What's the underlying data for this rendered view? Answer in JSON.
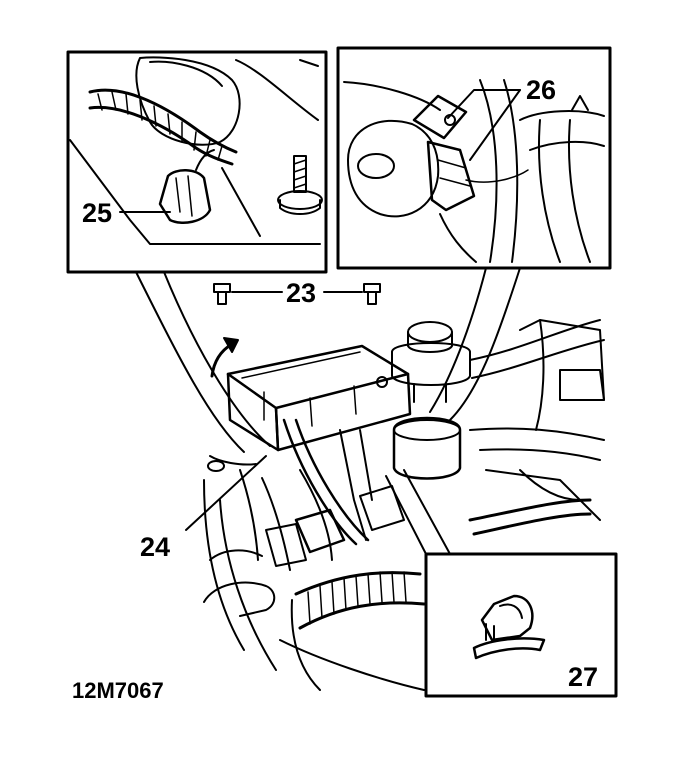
{
  "figure": {
    "id": "12M7067",
    "callouts": {
      "c23": "23",
      "c24": "24",
      "c25": "25",
      "c26": "26",
      "c27": "27"
    }
  },
  "colors": {
    "ink": "#000000",
    "paper": "#ffffff"
  },
  "icons": {
    "arrow": "curved-arrow-icon",
    "bolt": "bolt-icon",
    "clip": "wiring-clip-icon"
  }
}
